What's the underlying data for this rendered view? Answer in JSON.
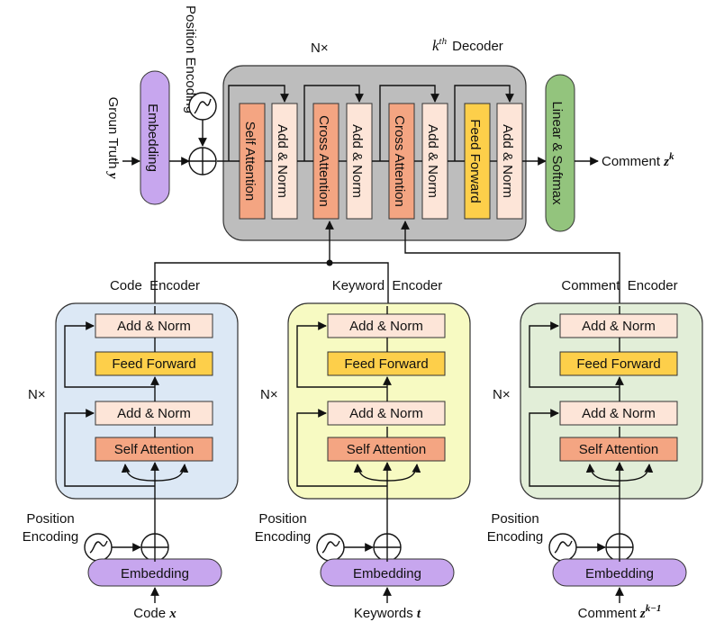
{
  "decoder": {
    "repeat": "N×",
    "title_sup": "th",
    "title_k": "k",
    "title_rest": "Decoder",
    "blocks": [
      "Self Attention",
      "Add & Norm",
      "Cross Attention",
      "Add & Norm",
      "Cross Attention",
      "Add & Norm",
      "Feed Forward",
      "Add & Norm"
    ],
    "embedding": "Embedding",
    "position": "Position Encoding",
    "input_label": "Groun Truth",
    "input_var": "y",
    "linear": "Linear & Softmax",
    "output_label": "Comment",
    "output_var": "z",
    "output_sup": "k"
  },
  "encoders": [
    {
      "title": "Code  Encoder",
      "repeat": "N×",
      "add_norm_top": "Add & Norm",
      "feed_forward": "Feed Forward",
      "add_norm_bottom": "Add & Norm",
      "self_attention": "Self Attention",
      "position_line1": "Position",
      "position_line2": "Encoding",
      "embedding": "Embedding",
      "input_label": "Code",
      "input_var": "x",
      "input_sup": ""
    },
    {
      "title": "Keyword  Encoder",
      "repeat": "N×",
      "add_norm_top": "Add & Norm",
      "feed_forward": "Feed Forward",
      "add_norm_bottom": "Add & Norm",
      "self_attention": "Self Attention",
      "position_line1": "Position",
      "position_line2": "Encoding",
      "embedding": "Embedding",
      "input_label": "Keywords",
      "input_var": "t",
      "input_sup": ""
    },
    {
      "title": "Comment  Encoder",
      "repeat": "N×",
      "add_norm_top": "Add & Norm",
      "feed_forward": "Feed Forward",
      "add_norm_bottom": "Add & Norm",
      "self_attention": "Self Attention",
      "position_line1": "Position",
      "position_line2": "Encoding",
      "embedding": "Embedding",
      "input_label": "Comment",
      "input_var": "z",
      "input_sup": "k−1"
    }
  ],
  "colors": {
    "orange": "#f4a582",
    "peach": "#fde5d8",
    "yellow": "#fdcf4a",
    "purple": "#c7a6ee",
    "green": "#93c47d",
    "decoder_bg": "#bdbdbd",
    "enc_blue": "#dce8f5",
    "enc_yellow": "#f7fac2",
    "enc_green": "#e2eed8"
  }
}
